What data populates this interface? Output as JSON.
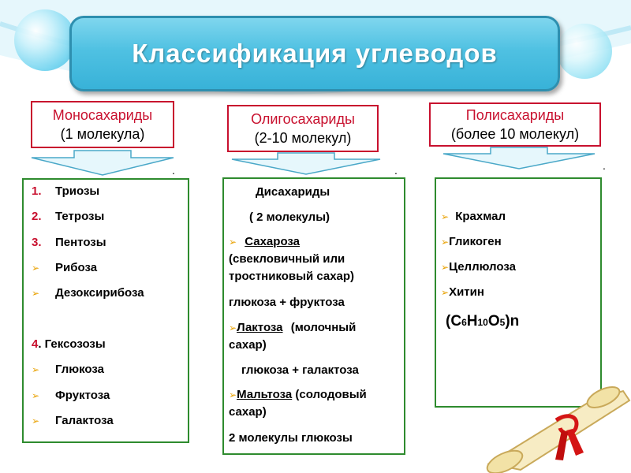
{
  "title": "Классификация углеводов",
  "categories": [
    {
      "name": "Моносахариды",
      "sub": "(1 молекула)"
    },
    {
      "name": "Олигосахариды",
      "sub": "(2-10 молекул)"
    },
    {
      "name": "Полисахариды",
      "sub": "(более 10 молекул)"
    }
  ],
  "mono": {
    "items": [
      {
        "num": "1.",
        "text": "Триозы"
      },
      {
        "num": "2.",
        "text": "Тетрозы"
      },
      {
        "num": "3.",
        "text": "Пентозы"
      }
    ],
    "pentose_examples": [
      "Рибоза",
      "Дезоксирибоза"
    ],
    "item4_num": "4",
    "item4_text": ". Гексозозы",
    "hexose_examples": [
      "Глюкоза",
      "Фруктоза",
      "Галактоза"
    ]
  },
  "oligo": {
    "heading": "Дисахариды",
    "heading_sub": "( 2 молекулы)",
    "sucrose_name": "Сахароза",
    "sucrose_desc_1": "(свекловичный или",
    "sucrose_desc_2": "тростниковый сахар)",
    "sucrose_comp": "глюкоза + фруктоза",
    "lactose_name": "Лактоза",
    "lactose_desc_1": "(молочный",
    "lactose_desc_2": "сахар)",
    "lactose_comp": "глюкоза + галактоза",
    "maltose_name": "Мальтоза",
    "maltose_desc_1": "(солодовый",
    "maltose_desc_2": "сахар)",
    "maltose_comp": "2 молекулы глюкозы"
  },
  "poly": {
    "items": [
      "Крахмал",
      "Гликоген",
      "Целлюлоза",
      "Хитин"
    ],
    "formula": {
      "open": "(C",
      "c": "6",
      "h": "H",
      "hn": "10",
      "o": "O",
      "on": "5",
      "close": ")n"
    }
  },
  "colors": {
    "accent": "#38b2d8",
    "category_border": "#c8102e",
    "panel_border": "#2e8b2e",
    "bullet": "#e8a000"
  }
}
